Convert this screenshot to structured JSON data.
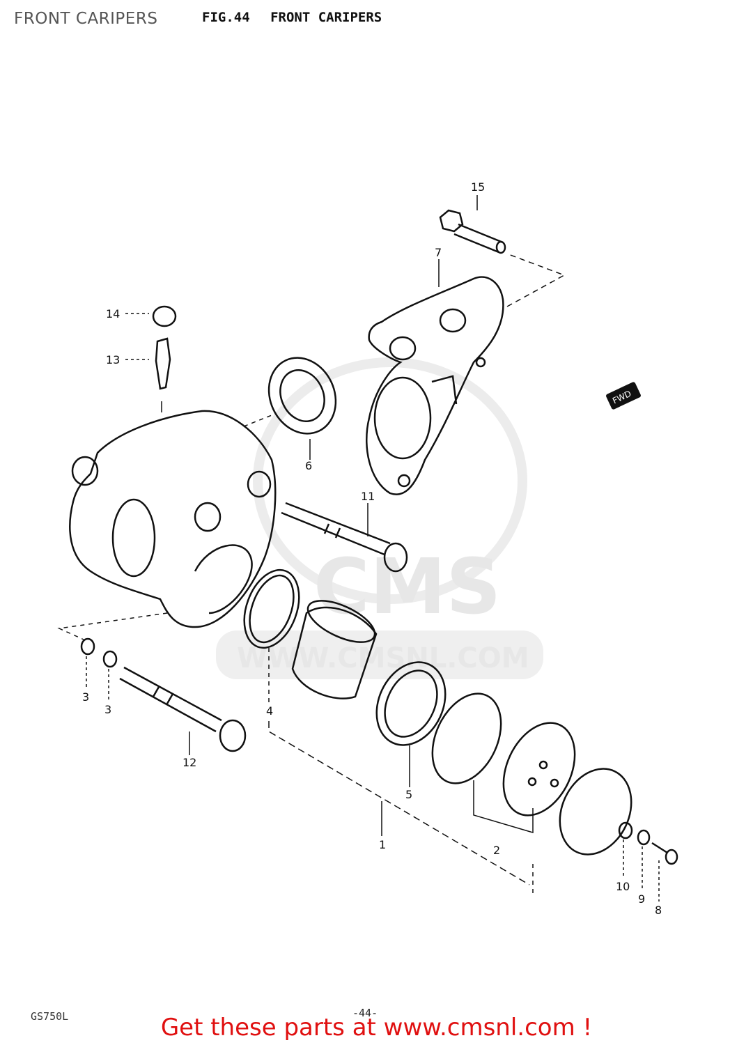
{
  "header": {
    "overlay_title": "FRONT CARIPERS",
    "fig_number": "FIG.44",
    "fig_title": "FRONT CARIPERS"
  },
  "watermark": {
    "brand": "CMS",
    "url": "WWW.CMSNL.COM"
  },
  "fwd_badge": "FWD",
  "parts": {
    "p1": "1",
    "p2": "2",
    "p3a": "3",
    "p3b": "3",
    "p4": "4",
    "p5": "5",
    "p6": "6",
    "p7": "7",
    "p8": "8",
    "p9": "9",
    "p10": "10",
    "p11": "11",
    "p12": "12",
    "p13": "13",
    "p14": "14",
    "p15": "15"
  },
  "footer": {
    "model_code": "GS750L",
    "page_number": "-44-",
    "cta": "Get these parts at www.cmsnl.com !"
  },
  "colors": {
    "ink": "#111111",
    "cta": "#e01010",
    "watermark": "#e7e7e7"
  }
}
